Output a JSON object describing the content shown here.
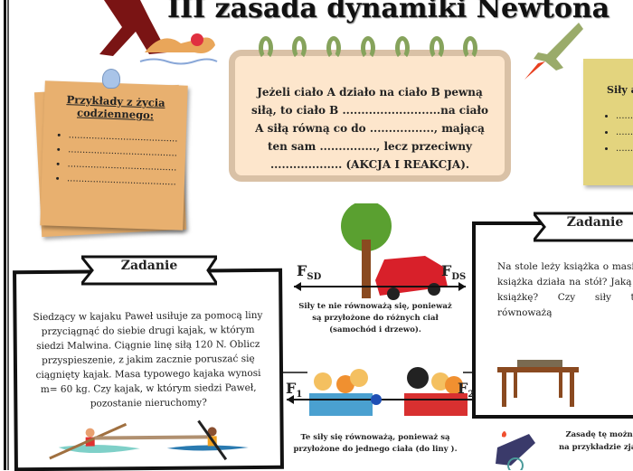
{
  "title": "III zasada dynamiki Newtona",
  "examples_note": {
    "heading": "Przykłady z życia codziennego:",
    "items": [
      "......................................",
      "......................................",
      "......................................",
      "......................................"
    ]
  },
  "principle_card": {
    "text": "Jeżeli ciało A działo na ciało B pewną siłą, to ciało B ..........................na ciało A siłą równą co do ................., mającą ten sam ..............., lecz przeciwny ................... (AKCJA I REAKCJA)."
  },
  "right_note": {
    "heading": "Siły a",
    "items": [
      "........",
      "........",
      "......"
    ]
  },
  "task_left": {
    "banner": "Zadanie",
    "text": "Siedzący w kajaku Paweł usiłuje za pomocą liny przyciągnąć do siebie drugi kajak, w którym siedzi Malwina. Ciągnie linę siłą 120 N. Oblicz przyspieszenie, z jakim zacznie poruszać się ciągnięty kajak. Masa typowego kajaka wynosi m= 60 kg. Czy kajak, w którym siedzi Paweł, pozostanie nieruchomy?"
  },
  "task_right": {
    "banner": "Zadanie",
    "text": "Na stole leży książka o masie książka działa na stół? Jaką s książkę? Czy siły te równoważą"
  },
  "car_example": {
    "label_left": "F",
    "sub_left": "SD",
    "label_right": "F",
    "sub_right": "DS",
    "caption": "Siły te nie równoważą się, ponieważ są przyłożone do różnych ciał  (samochód i drzewo)."
  },
  "rope_example": {
    "label_left": "F",
    "sub_left": "1",
    "label_right": "F",
    "sub_right": "2",
    "caption": "Te siły się równoważą, ponieważ są przyłożone do jednego ciała (do liny )."
  },
  "bottom_note": {
    "line1": "Zasadę tę można obse",
    "line2": "na przykładzie zjawiska"
  },
  "colors": {
    "orange_note": "#e8b06f",
    "peach_card": "#fde6cc",
    "ring_green": "#86a35c",
    "yellow_note": "#e3d47e",
    "car_red": "#d8202a",
    "dot_blue": "#1f4fb4"
  }
}
